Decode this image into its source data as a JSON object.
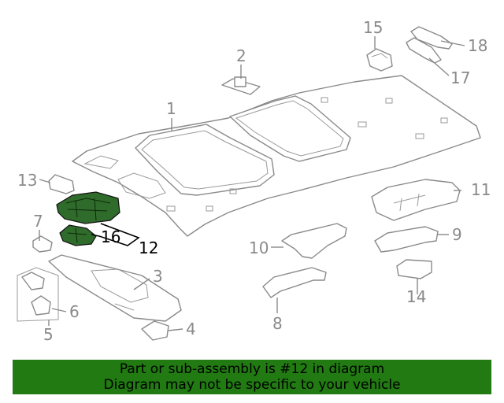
{
  "callouts": {
    "c1": "1",
    "c2": "2",
    "c3": "3",
    "c4": "4",
    "c5": "5",
    "c6": "6",
    "c7": "7",
    "c8": "8",
    "c9": "9",
    "c10": "10",
    "c11": "11",
    "c12": "12",
    "c13": "13",
    "c14": "14",
    "c15": "15",
    "c16": "16",
    "c17": "17",
    "c18": "18"
  },
  "colors": {
    "highlight": "#2f6b2a",
    "banner": "#217a12",
    "line": "#8a8a8a"
  },
  "banner": {
    "line1": "Part or sub-assembly is #12 in diagram",
    "line2": "Diagram may not be specific to your vehicle"
  }
}
